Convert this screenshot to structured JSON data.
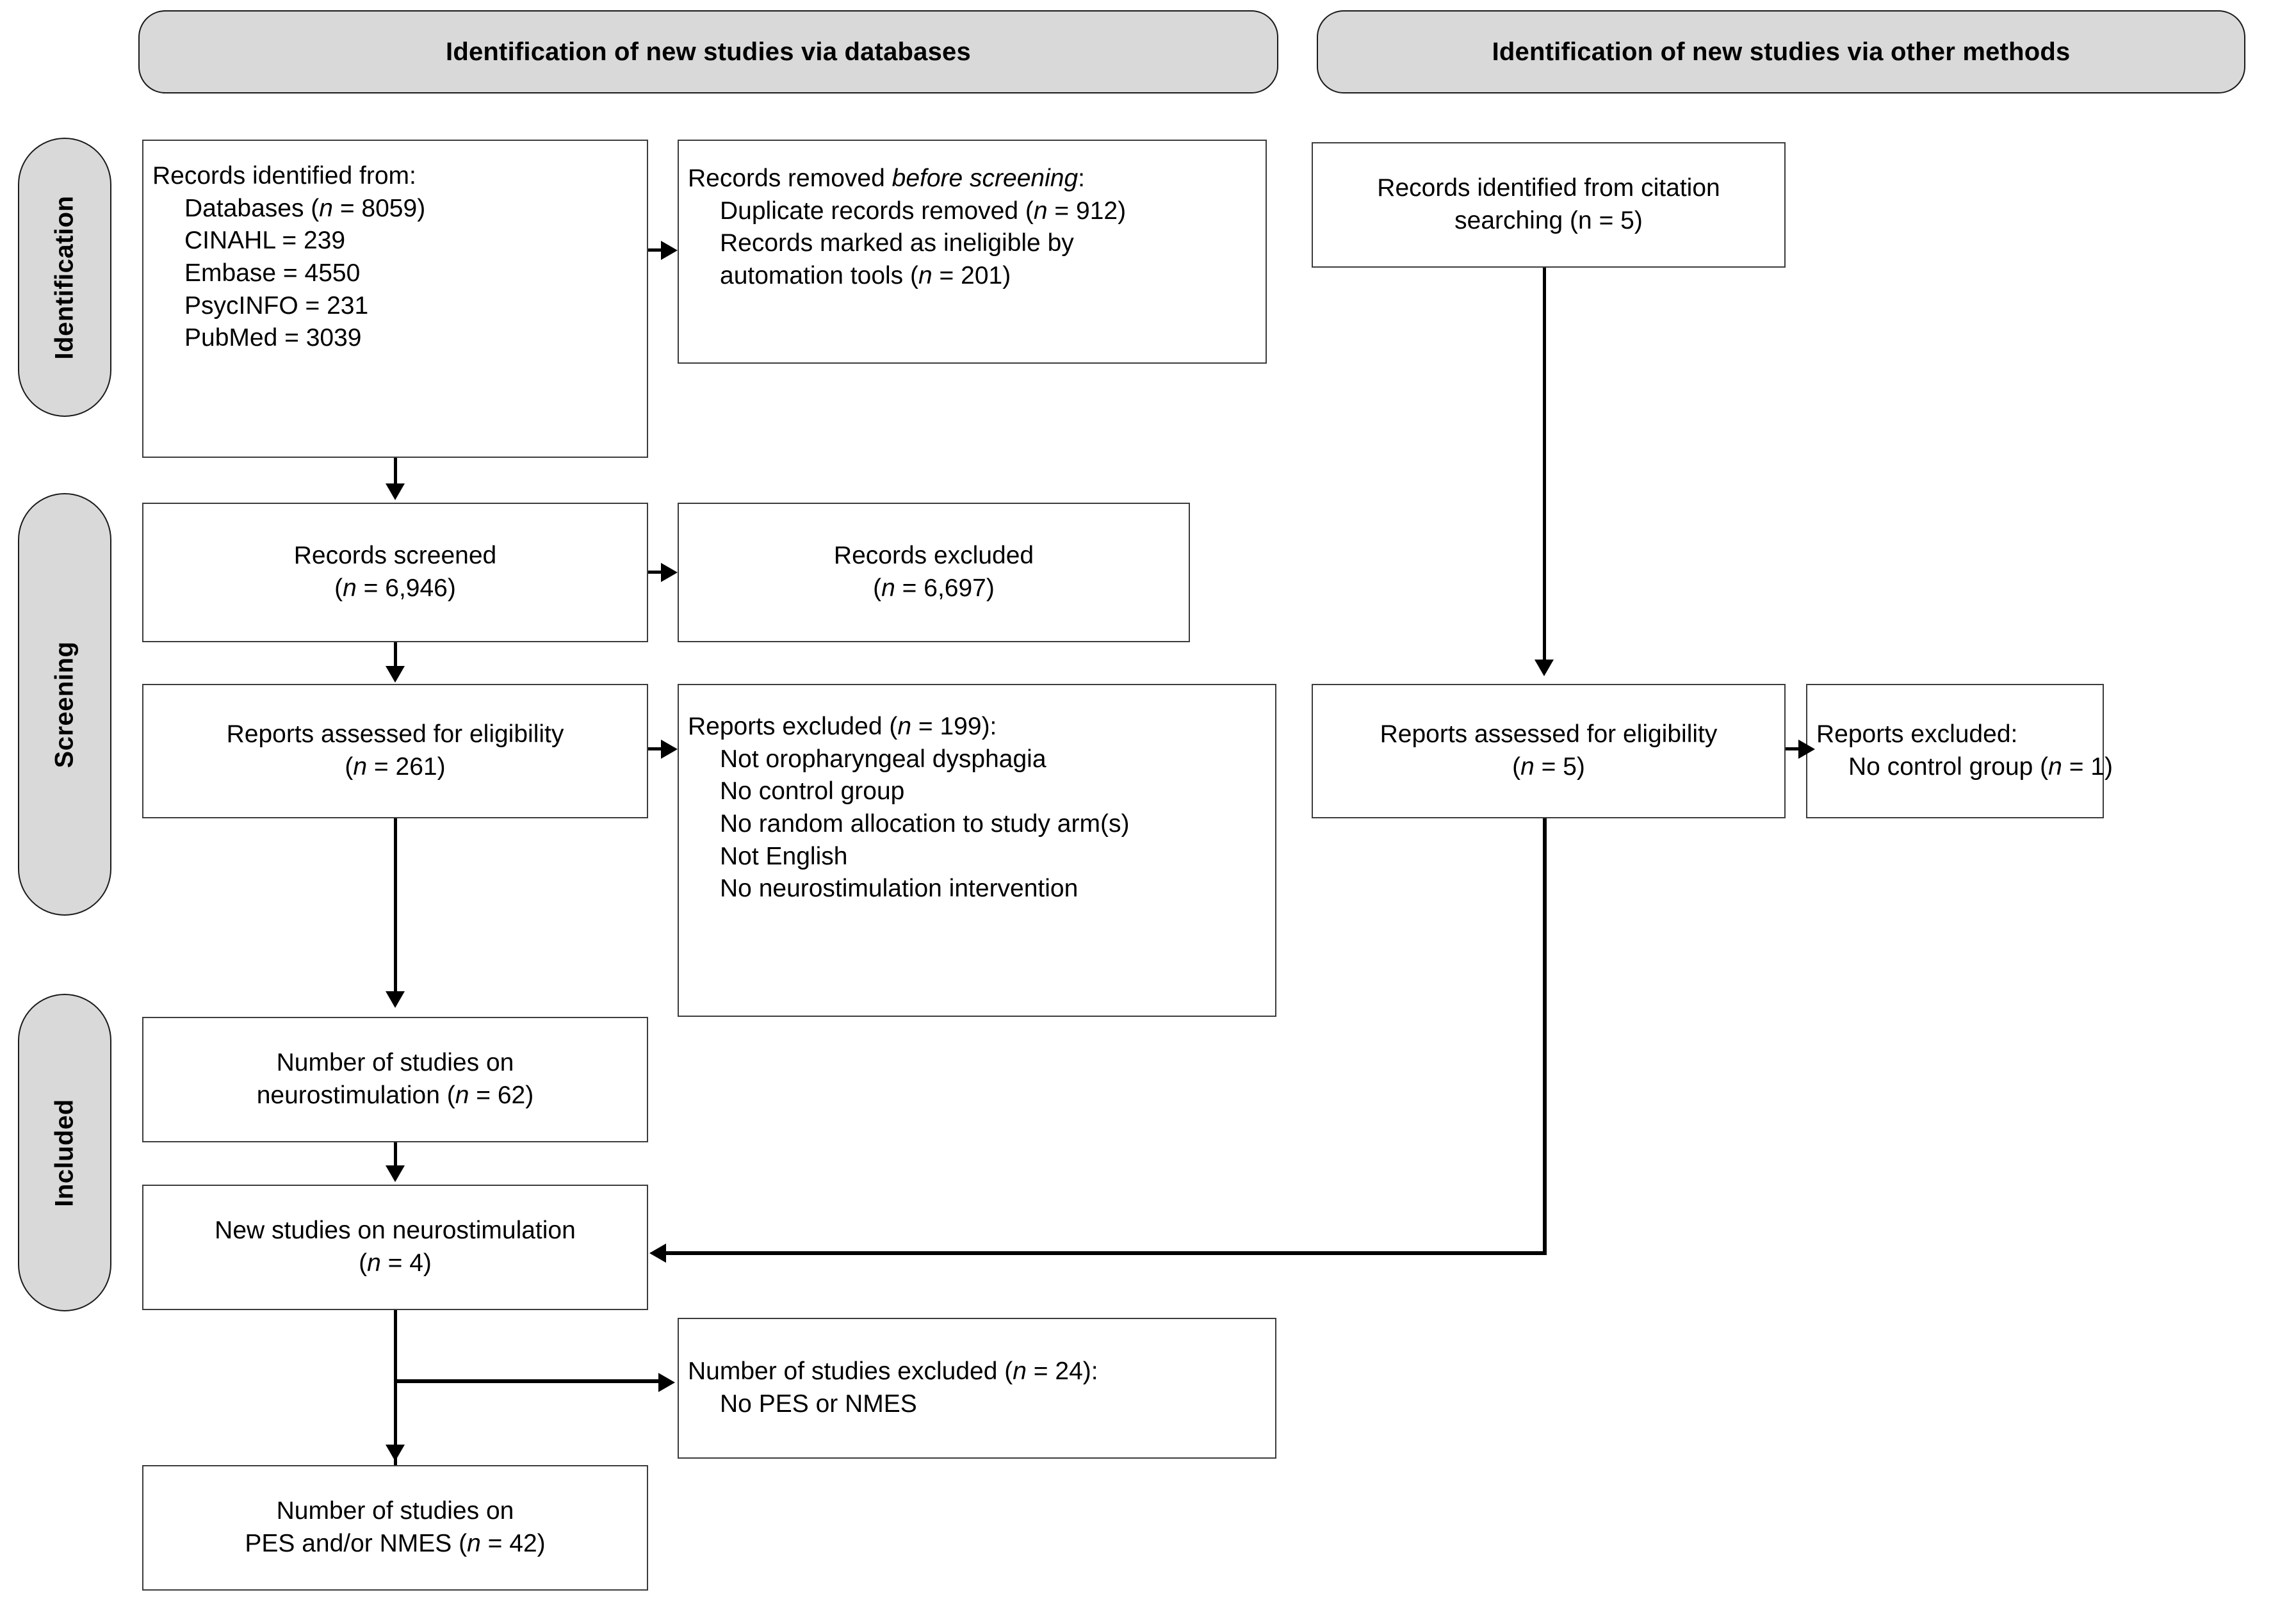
{
  "figure": {
    "type": "prisma-flow-diagram",
    "title_databases": "Identification of new studies via databases",
    "title_other": "Identification of new studies via other methods"
  },
  "stages": {
    "identification": "Identification",
    "screening": "Screening",
    "included": "Included"
  },
  "databases_column": {
    "identified": {
      "line1": "Records identified from:",
      "line2": "Databases (",
      "line2_n": "n",
      "line2_val": " = 8059)",
      "line3": "CINAHL = 239",
      "line4": "Embase = 4550",
      "line5": "PsycINFO = 231",
      "line6": "PubMed = 3039"
    },
    "removed": {
      "line1a": "Records removed ",
      "line1b": "before screening",
      "line1c": ":",
      "line2a": "Duplicate records removed (",
      "line2n": "n",
      "line2b": " = 912)",
      "line3": "Records marked as ineligible by",
      "line4a": "automation tools (",
      "line4n": "n",
      "line4b": " = 201)"
    },
    "screened": {
      "line1": "Records screened",
      "line2a": "(",
      "line2n": "n",
      "line2b": " = 6,946)"
    },
    "records_excluded": {
      "line1": "Records excluded",
      "line2a": "(",
      "line2n": "n",
      "line2b": " = 6,697)"
    },
    "eligibility": {
      "line1": "Reports assessed for eligibility",
      "line2a": "(",
      "line2n": "n",
      "line2b": " = 261)"
    },
    "reports_excluded": {
      "line1a": "Reports excluded (",
      "line1n": "n",
      "line1b": " = 199):",
      "reasons": [
        "Not oropharyngeal dysphagia",
        "No control group",
        "No random allocation to study arm(s)",
        "Not English",
        "No neurostimulation intervention"
      ]
    },
    "studies_neurostim": {
      "line1": "Number of studies on",
      "line2a": "neurostimulation (",
      "line2n": "n",
      "line2b": " = 62)"
    },
    "new_studies": {
      "line1": "New studies on neurostimulation",
      "line2a": "(",
      "line2n": "n",
      "line2b": " = 4)"
    },
    "studies_excluded": {
      "line1a": "Number of studies excluded (",
      "line1n": "n",
      "line1b": " = 24):",
      "line2": "No PES or NMES"
    },
    "final": {
      "line1": "Number of studies on",
      "line2a": "PES and/or NMES (",
      "line2n": "n",
      "line2b": " = 42)"
    }
  },
  "other_column": {
    "citation": {
      "line1": "Records identified from citation",
      "line2": "searching (n = 5)"
    },
    "eligibility": {
      "line1": "Reports assessed for eligibility",
      "line2a": "(",
      "line2n": "n",
      "line2b": " = 5)"
    },
    "excluded": {
      "line1": "Reports excluded:",
      "line2a": "No control group (",
      "line2n": "n",
      "line2b": " = 1)"
    }
  },
  "colors": {
    "pill_fill": "#d9d9d9",
    "box_border": "#3c3c3c",
    "pill_border": "#1a1a1a",
    "text": "#000000",
    "connector": "#000000"
  }
}
